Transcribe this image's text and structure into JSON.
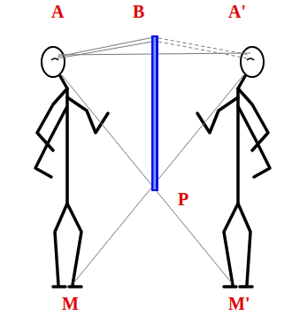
{
  "diagram": {
    "labels": [
      "A",
      "B",
      "A'",
      "P",
      "M",
      "M'"
    ]
  }
}
